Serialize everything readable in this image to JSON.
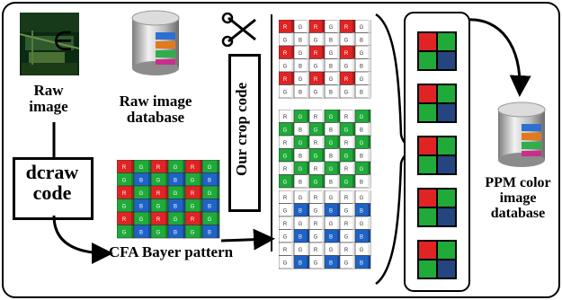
{
  "labels": {
    "raw_image": "Raw image",
    "element_of": "∈",
    "raw_db": "Raw image database",
    "dcraw": "dcraw code",
    "crop": "Our crop code",
    "cfa": "CFA Bayer pattern",
    "ppm": "PPM color image database"
  },
  "bayer_grid": [
    [
      "R",
      "G",
      "R",
      "G",
      "R",
      "G"
    ],
    [
      "G",
      "B",
      "G",
      "B",
      "G",
      "B"
    ],
    [
      "R",
      "G",
      "R",
      "G",
      "R",
      "G"
    ],
    [
      "G",
      "B",
      "G",
      "B",
      "G",
      "B"
    ],
    [
      "R",
      "G",
      "R",
      "G",
      "R",
      "G"
    ],
    [
      "G",
      "B",
      "G",
      "B",
      "G",
      "B"
    ]
  ],
  "planes": [
    "red",
    "green",
    "blue"
  ],
  "colors": {
    "red": "#e02424",
    "green": "#1faa3a",
    "blue": "#1f63c7",
    "dark_blue": "#24457f",
    "plain": "#ffffff",
    "outline": "#000000"
  },
  "icons": {
    "raw_thumbnail": "raw-photo-thumbnail",
    "database": "database-icon",
    "scissors": "scissors-icon"
  },
  "ppm_tiles": 5
}
